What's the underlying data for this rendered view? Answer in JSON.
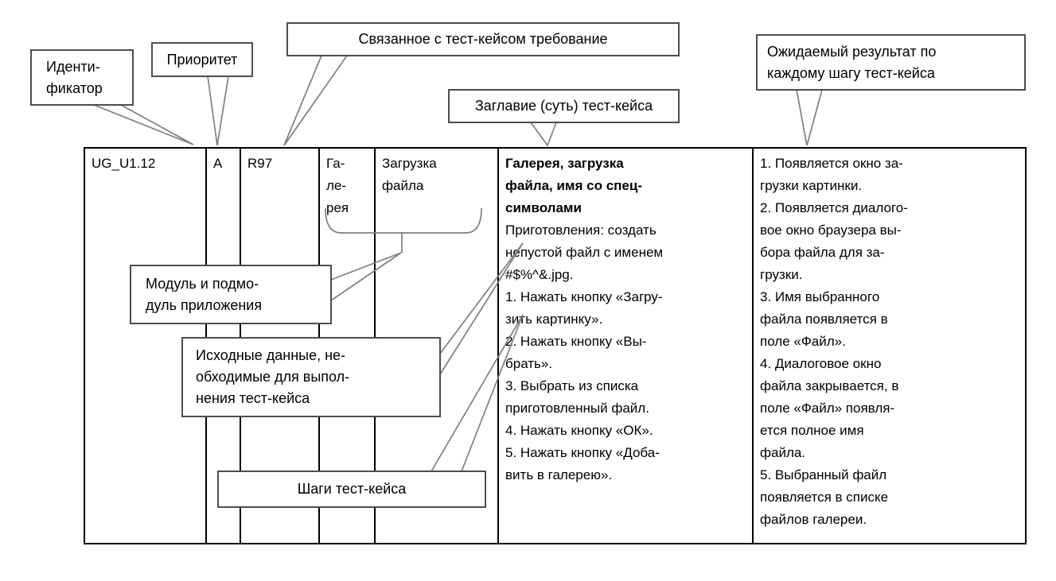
{
  "callouts": {
    "identifier": {
      "label": "Иденти-\nфикатор"
    },
    "priority": {
      "label": "Приоритет"
    },
    "requirement": {
      "label": "Связанное с тест-кейсом требование"
    },
    "title": {
      "label": "Заглавие (суть) тест-кейса"
    },
    "expected": {
      "label": "Ожидаемый результат по\nкаждому шагу тест-кейса"
    },
    "module": {
      "label": "Модуль и подмо-\nдуль приложения"
    },
    "input_data": {
      "label": "Исходные данные, не-\nобходимые для выпол-\nнения тест-кейса"
    },
    "steps": {
      "label": "Шаги тест-кейса"
    }
  },
  "table": {
    "row": {
      "id": "UG_U1.12",
      "priority": "А",
      "requirement": "R97",
      "module": "Га-\nле-\nрея",
      "submodule": "Загрузка\nфайла",
      "test_case_title": "Галерея, загрузка\nфайла, имя со спец-\nсимволами",
      "test_case_body": "Приготовления: создать\nнепустой файл с именем\n#$%^&.jpg.\n1. Нажать кнопку «Загру-\nзить картинку».\n2. Нажать кнопку «Вы-\nбрать».\n3. Выбрать из списка\nприготовленный файл.\n4. Нажать кнопку «ОК».\n5. Нажать кнопку «Доба-\nвить в галерею».",
      "expected_result": "1. Появляется окно за-\nгрузки картинки.\n2. Появляется диалого-\nвое окно браузера вы-\nбора файла для за-\nгрузки.\n3. Имя выбранного\nфайла появляется в\nполе «Файл».\n4. Диалоговое окно\nфайла закрывается, в\nполе «Файл» появля-\nется полное имя\nфайла.\n5. Выбранный файл\nпоявляется в списке\nфайлов галереи."
    }
  },
  "colors": {
    "connector": "#7f7f7f",
    "table_border": "#000000",
    "callout_border": "#4d4d4d"
  }
}
